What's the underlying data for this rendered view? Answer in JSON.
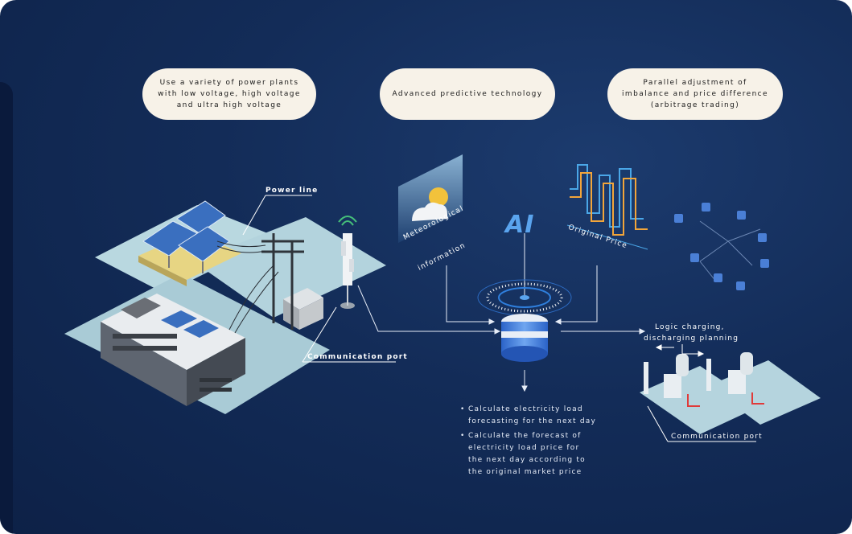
{
  "pills": {
    "p1": "Use a variety of power plants with low voltage, high voltage and ultra high voltage",
    "p2": "Advanced predictive technology",
    "p3": "Parallel adjustment of imbalance and price difference (arbitrage trading)"
  },
  "labels": {
    "power_line": "Power line",
    "comm_port_left": "Communication port",
    "meteo_line1": "Meteorological",
    "meteo_line2": "information",
    "ai": "AI",
    "original_price": "Original Price",
    "logic_line1": "Logic charging,",
    "logic_line2": "discharging planning",
    "comm_port_right": "Communication port"
  },
  "bullets": {
    "b1_l1": "Calculate electricity load",
    "b1_l2": "forecasting for the next day",
    "b2_l1": "Calculate the forecast of",
    "b2_l2": "electricity load price for",
    "b2_l3": "the next day according to",
    "b2_l4": "the original market price"
  },
  "colors": {
    "background": "#132c58",
    "pill": "#f7f2e8",
    "ai_blue": "#5aa4ee",
    "chart_orange": "#f2a53a",
    "chart_blue": "#4aa7e8"
  }
}
